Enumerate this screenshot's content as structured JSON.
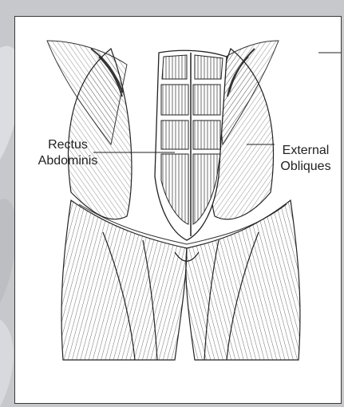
{
  "labels": {
    "rectus_line1": "Rectus",
    "rectus_line2": "Abdominis",
    "obliques_line1": "External",
    "obliques_line2": "Obliques"
  },
  "colors": {
    "background": "#c9cbcf",
    "card": "#ffffff",
    "ink": "#222222"
  }
}
